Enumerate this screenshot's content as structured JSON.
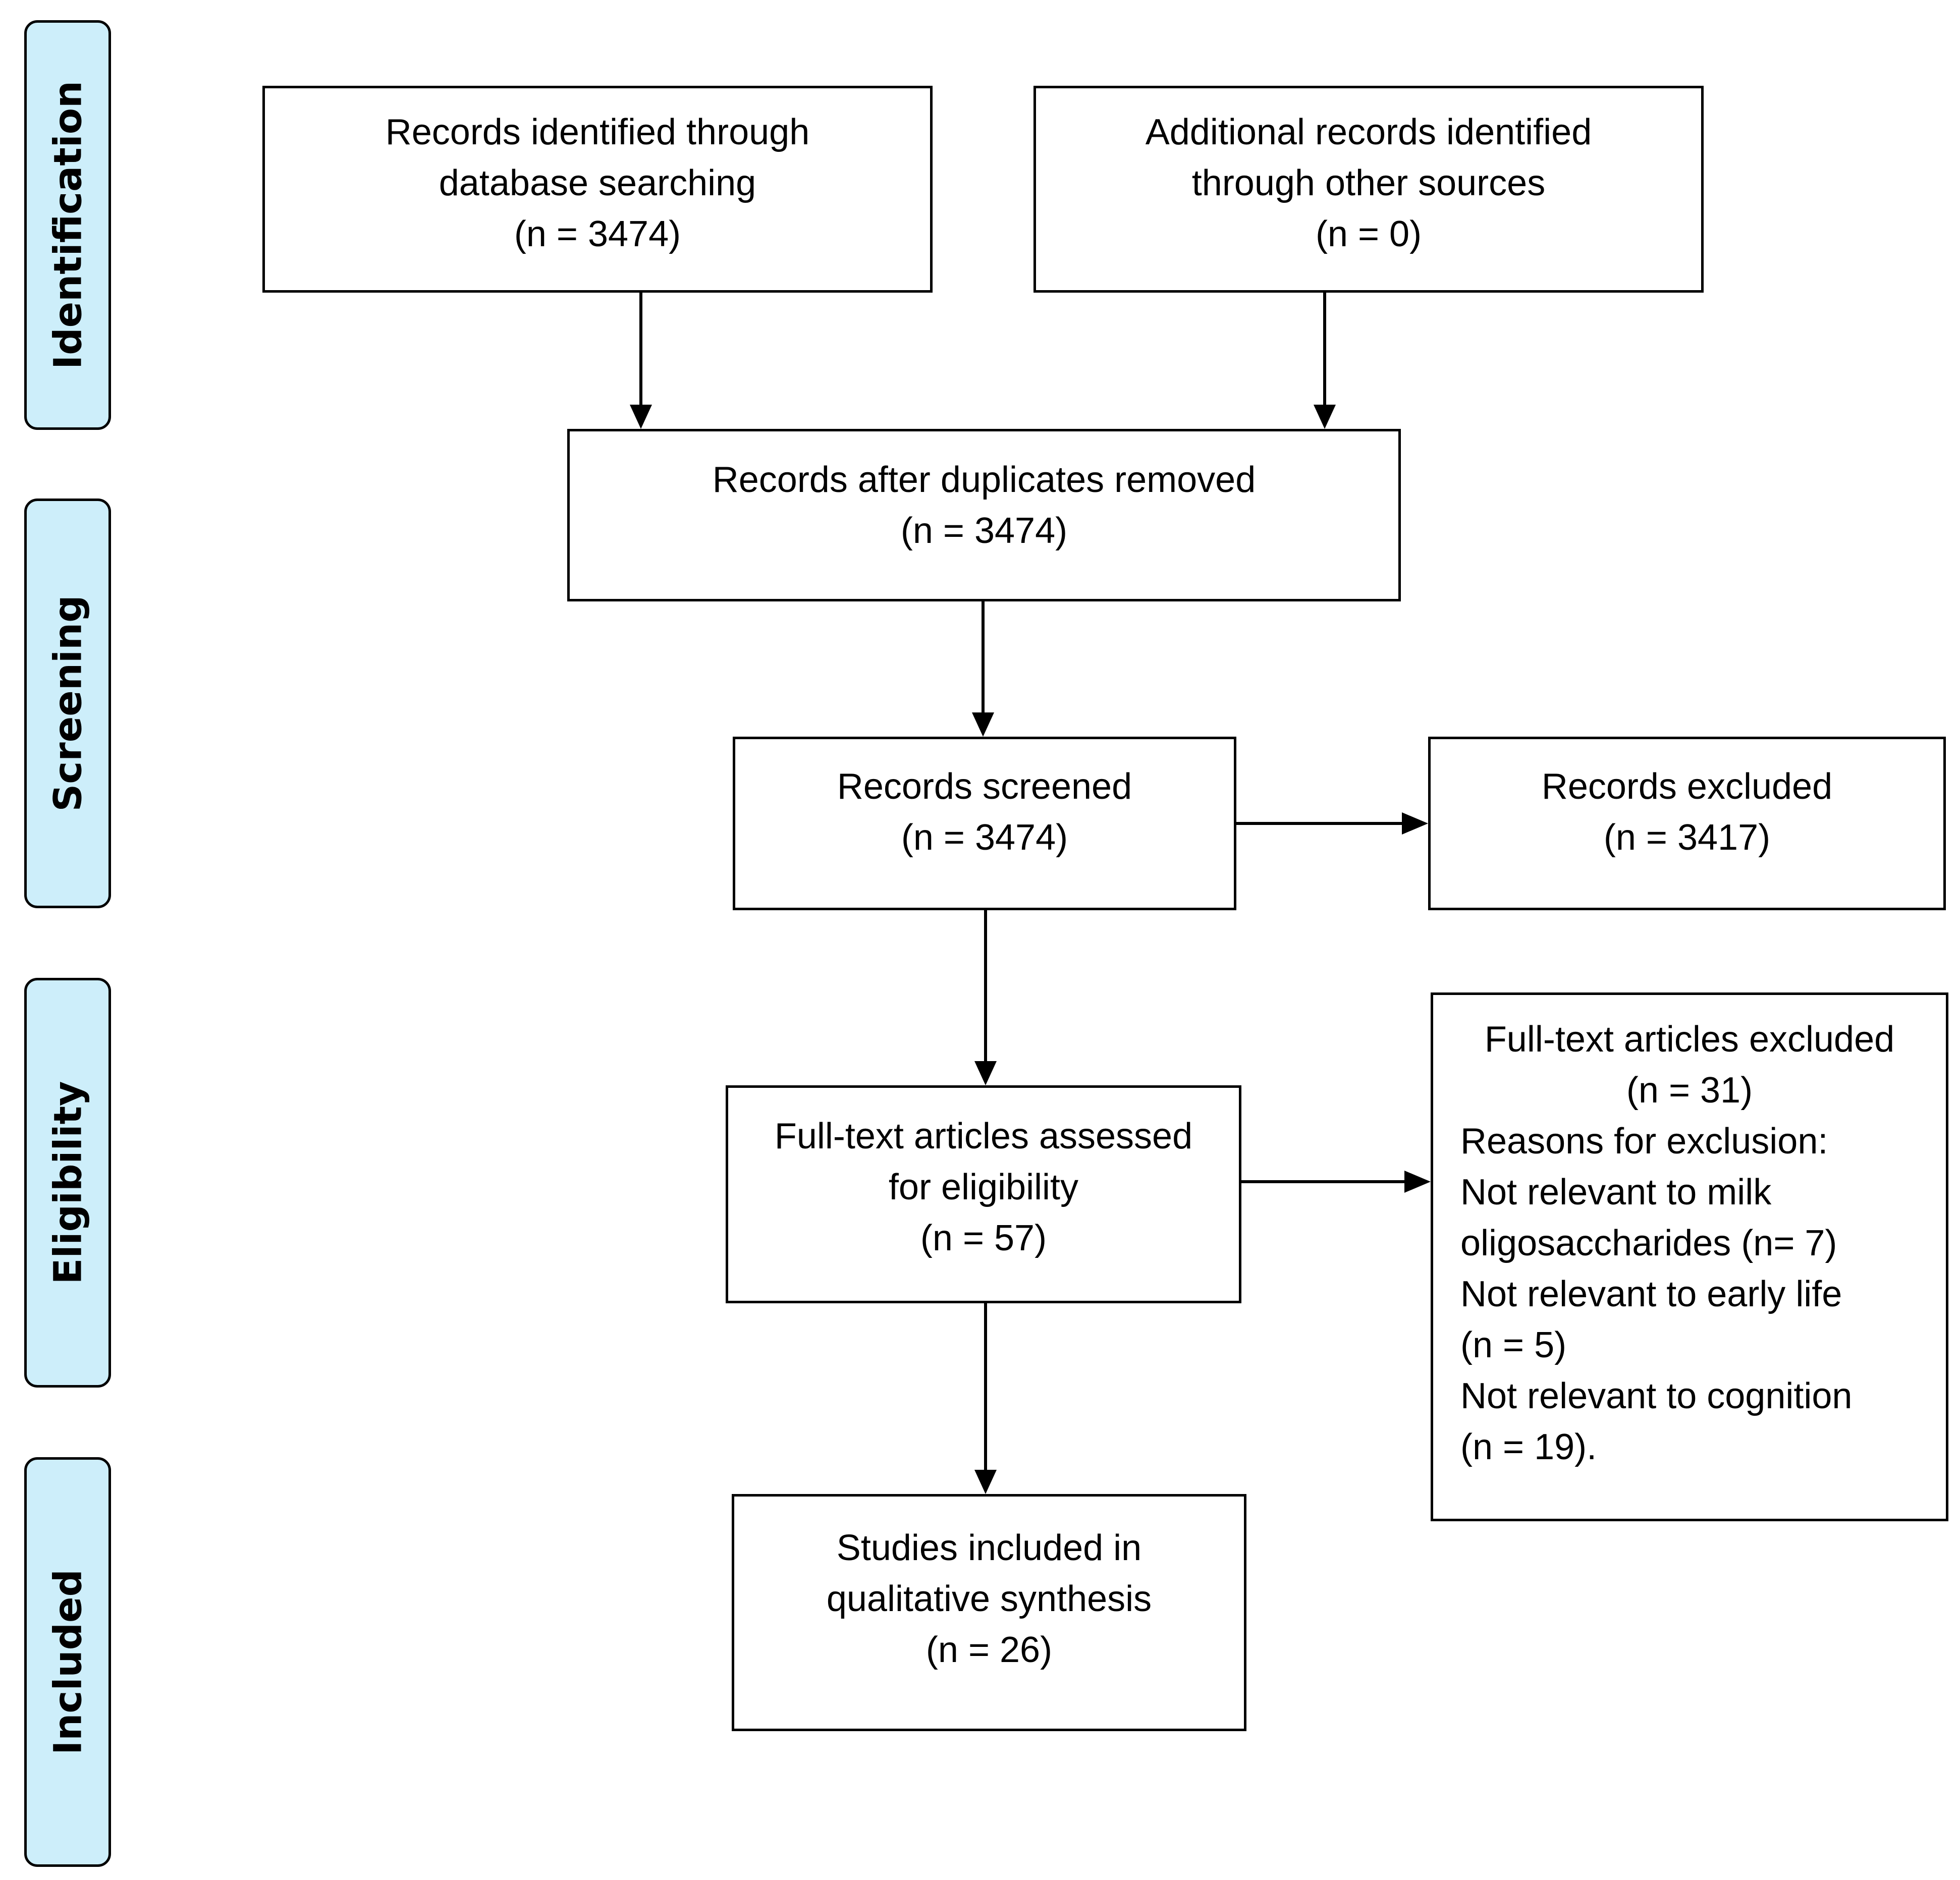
{
  "phases": {
    "identification": "Identification",
    "screening": "Screening",
    "eligibility": "Eligibility",
    "included": "Included"
  },
  "boxes": {
    "database_records": [
      "Records identified through",
      "database searching",
      "(n = 3474)"
    ],
    "other_sources": [
      "Additional records identified",
      "through other sources",
      "(n = 0)"
    ],
    "duplicates_removed": [
      "Records after duplicates removed",
      "(n = 3474)"
    ],
    "screened": [
      "Records screened",
      "(n = 3474)"
    ],
    "excluded": [
      "Records excluded",
      "(n = 3417)"
    ],
    "full_text_assessed": [
      "Full-text articles assessed",
      "for eligibility",
      "(n = 57)"
    ],
    "full_text_excluded": {
      "title": "Full-text articles excluded",
      "count": "(n = 31)",
      "reasons_heading": "Reasons for exclusion:",
      "reasons": [
        "Not relevant to milk",
        "oligosaccharides (n= 7)",
        "Not relevant to early life",
        "(n = 5)",
        "Not relevant to cognition",
        "(n = 19)."
      ]
    },
    "included_studies": [
      "Studies included in",
      "qualitative synthesis",
      "(n = 26)"
    ]
  },
  "colors": {
    "phase_fill": "#cdeefa",
    "stroke": "#000000"
  }
}
